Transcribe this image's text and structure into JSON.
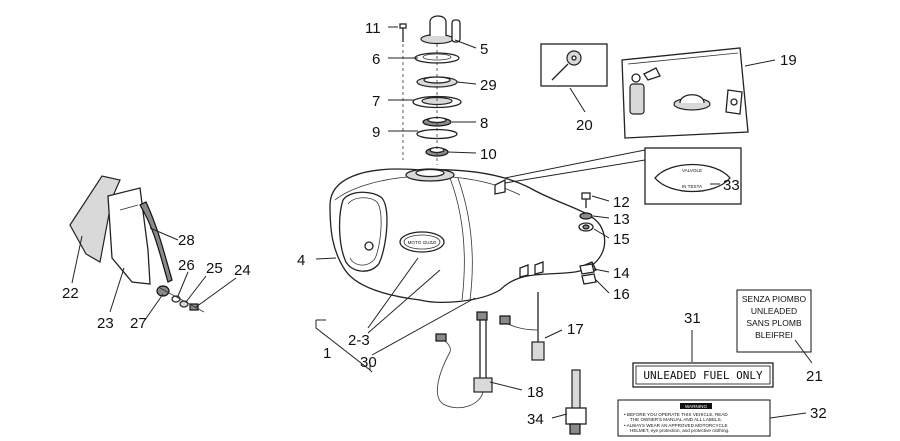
{
  "callouts": {
    "n1": "1",
    "n2_3": "2-3",
    "n4": "4",
    "n5": "5",
    "n6": "6",
    "n7": "7",
    "n8": "8",
    "n9": "9",
    "n10": "10",
    "n11": "11",
    "n12": "12",
    "n13": "13",
    "n14": "14",
    "n15": "15",
    "n16": "16",
    "n17": "17",
    "n18": "18",
    "n19": "19",
    "n20": "20",
    "n21": "21",
    "n22": "22",
    "n23": "23",
    "n24": "24",
    "n25": "25",
    "n26": "26",
    "n27": "27",
    "n28": "28",
    "n29": "29",
    "n30": "30",
    "n31": "31",
    "n32": "32",
    "n33": "33",
    "n34": "34"
  },
  "labels": {
    "fuel_label": "UNLEADED FUEL ONLY",
    "fuel_box_lines": [
      "SENZA PIOMBO",
      "UNLEADED",
      "SANS PLOMB",
      "BLEIFREI"
    ],
    "warning_title": "WARNING",
    "warning_lines": [
      "• BEFORE YOU OPERATE THIS VEHICLE, READ",
      "THE OWNER'S MANUAL AND ALL LABELS.",
      "• ALWAYS WEAR AN APPROVED MOTORCYCLE",
      "HELMET, eye protection, and protective clothing."
    ],
    "tank_logo": "MOTO GUZZI",
    "decal_top": "VALVOLE",
    "decal_bottom": "IN TESTA"
  },
  "colors": {
    "line": "#222222",
    "fill_light": "#d9d9d9",
    "fill_dark": "#8a8a8a"
  }
}
